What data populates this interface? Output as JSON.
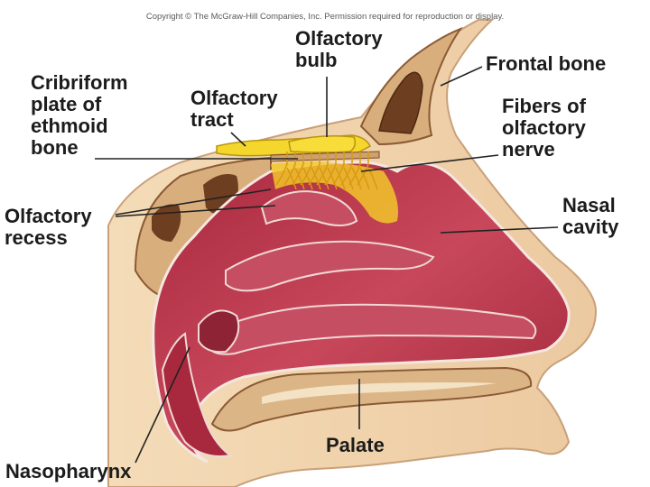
{
  "copyright": "Copyright © The McGraw-Hill Companies, Inc. Permission required for reproduction or display.",
  "labels": {
    "olfactory_bulb": [
      "Olfactory",
      "bulb"
    ],
    "frontal_bone": [
      "Frontal bone"
    ],
    "cribriform_plate": [
      "Cribriform",
      "plate of",
      "ethmoid",
      "bone"
    ],
    "olfactory_tract": [
      "Olfactory",
      "tract"
    ],
    "fibers_of_olfactory_nerve": [
      "Fibers of",
      "olfactory",
      "nerve"
    ],
    "nasal_cavity": [
      "Nasal",
      "cavity"
    ],
    "olfactory_recess": [
      "Olfactory",
      "recess"
    ],
    "palate": [
      "Palate"
    ],
    "nasopharynx": [
      "Nasopharynx"
    ]
  },
  "colors": {
    "skin": "#f1d7b0",
    "skin_edge": "#caa37a",
    "bone": "#dcb587",
    "bone_dark": "#7a4a28",
    "mucosa": "#b83a4e",
    "mucosa_light": "#d86676",
    "mucosa_dark": "#7a1c2c",
    "nerve": "#f2d12b",
    "leader": "#222222"
  }
}
